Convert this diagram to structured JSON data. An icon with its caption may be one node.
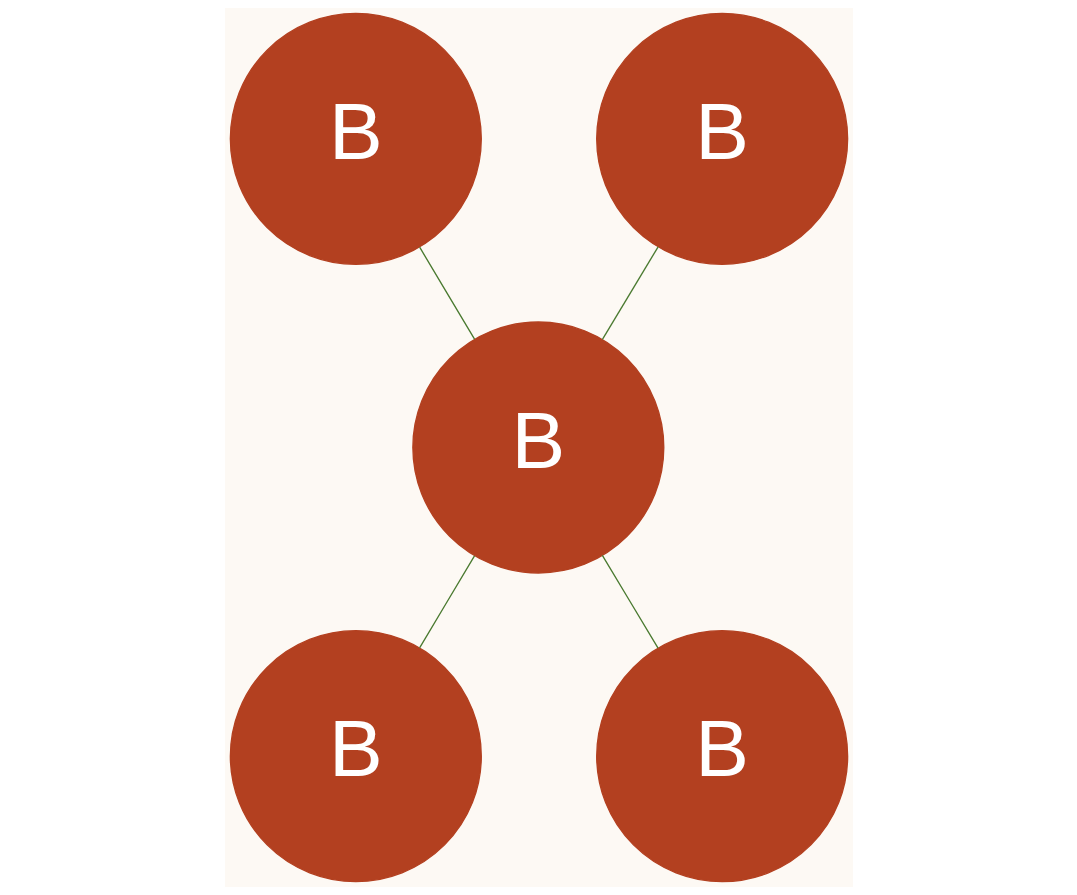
{
  "diagram": {
    "nodes": [
      {
        "text": [
          "B"
        ]
      },
      {
        "text": [
          "B"
        ]
      },
      {
        "text": [
          "B"
        ]
      },
      {
        "text": [
          "B"
        ]
      },
      {
        "text": [
          "B"
        ]
      }
    ],
    "edges": [
      {
        "from": 0,
        "to": 2,
        "arrow": "none"
      },
      {
        "from": 1,
        "to": 2,
        "arrow": "none"
      },
      {
        "from": 2,
        "to": 3,
        "arrow": "none"
      },
      {
        "from": 2,
        "to": 4,
        "arrow": "none"
      }
    ]
  }
}
